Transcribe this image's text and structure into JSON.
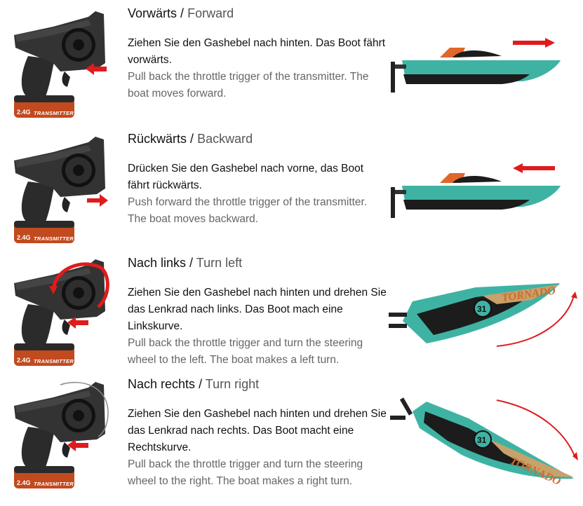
{
  "sections": [
    {
      "heading_de": "Vorwärts",
      "heading_en": "Forward",
      "text_de": "Ziehen Sie den Gashebel nach hinten. Das Boot fährt vorwärts.",
      "text_en": "Pull back the throttle trigger of the transmitter. The boat moves forward."
    },
    {
      "heading_de": "Rückwärts",
      "heading_en": "Backward",
      "text_de": "Drücken Sie den Gashebel nach vorne, das Boot fährt rückwärts.",
      "text_en": "Push forward the throttle trigger of the transmitter. The boat moves backward."
    },
    {
      "heading_de": "Nach links",
      "heading_en": "Turn left",
      "text_de": "Ziehen Sie den Gashebel nach hinten und drehen Sie das Lenkrad nach links. Das Boot mach eine Linkskurve.",
      "text_en": "Pull back the throttle trigger and turn the steering wheel to the left. The boat makes a left turn."
    },
    {
      "heading_de": "Nach rechts",
      "heading_en": "Turn right",
      "text_de": "Ziehen Sie den Gashebel nach hinten und drehen Sie das Lenkrad nach rechts. Das Boot macht eine Rechtskurve.",
      "text_en": "Pull back the throttle trigger and turn the steering wheel to the right. The boat makes a right turn."
    }
  ],
  "transmitter": {
    "label": "TRANSMITTER",
    "badge": "2.4G"
  },
  "boat": {
    "number": "31",
    "name": "TORNADO"
  },
  "separator": "/",
  "colors": {
    "arrow": "#e01b1b",
    "hull_teal": "#3fb3a3",
    "hull_dark": "#1c1c1c",
    "fin": "#e0662a"
  }
}
